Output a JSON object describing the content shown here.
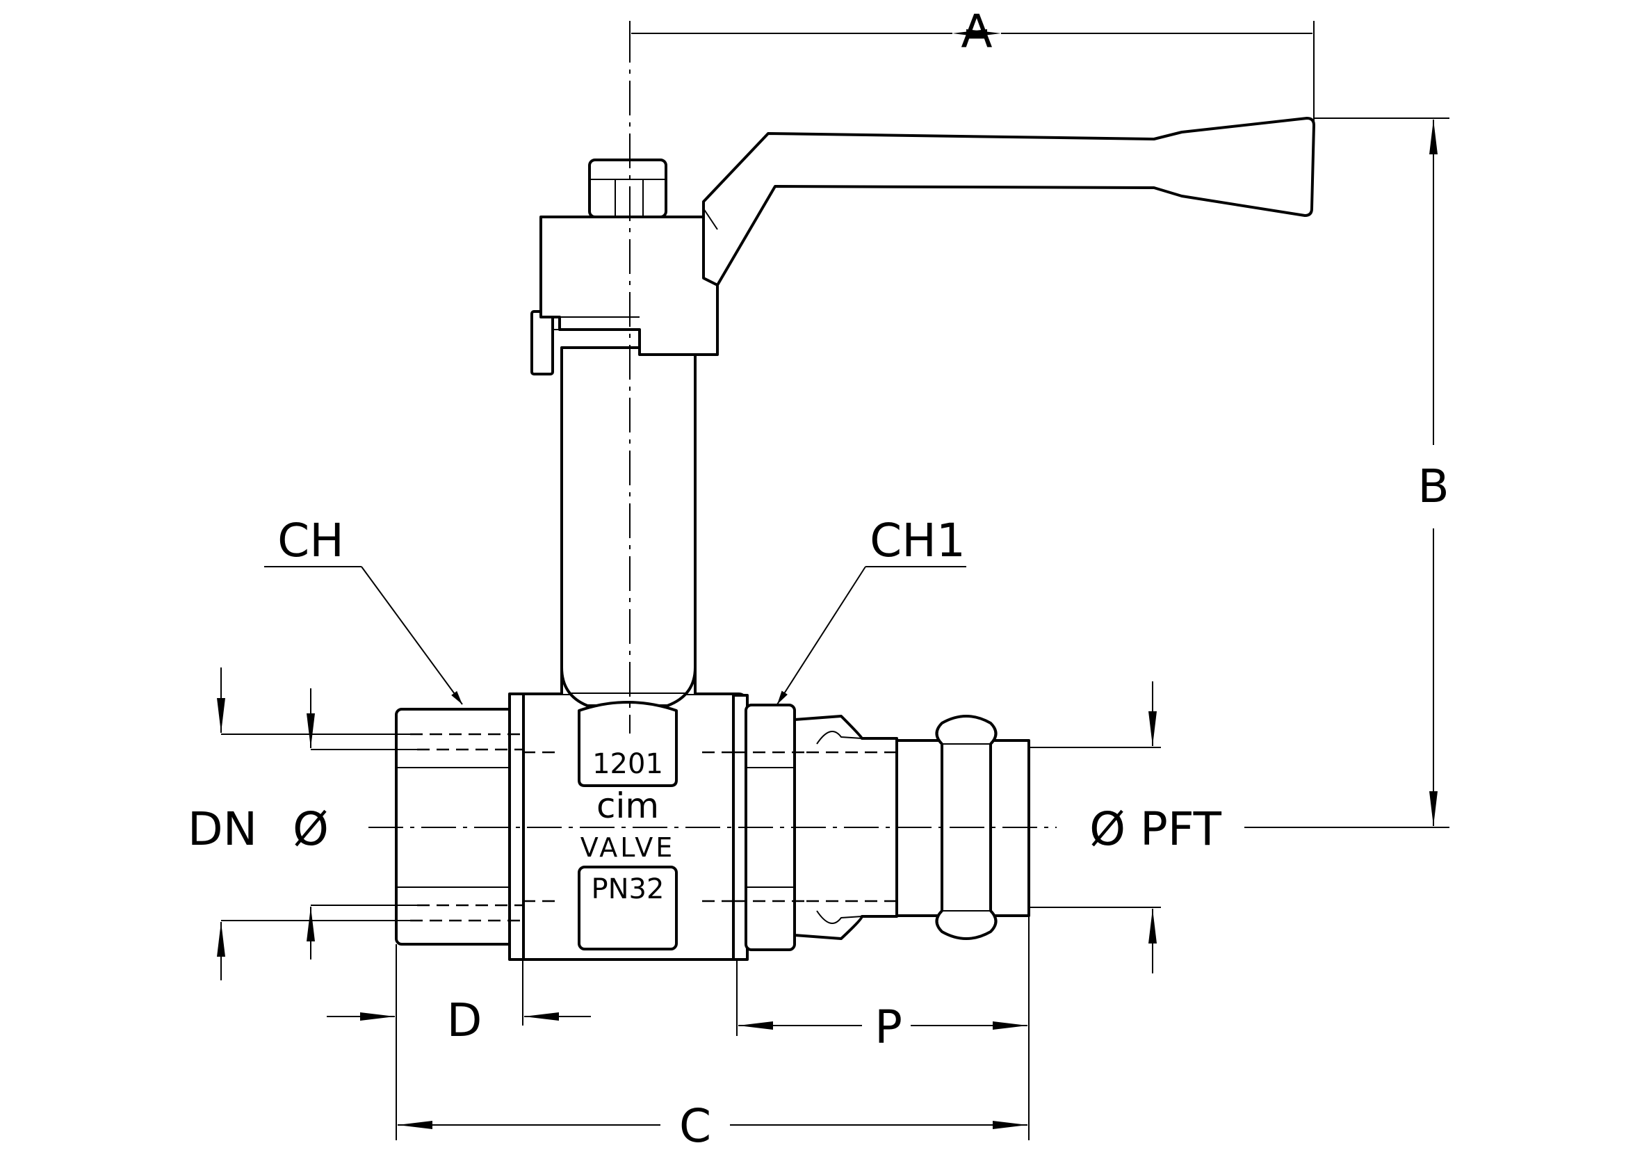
{
  "dimensions": {
    "a": "A",
    "b": "B",
    "c": "C",
    "d": "D",
    "p": "P",
    "dn": "DN",
    "dia_left": "Ø",
    "dia_right_pft": "Ø PFT",
    "ch": "CH",
    "ch1": "CH1"
  },
  "body_markings": {
    "code": "1201",
    "brand": "cim",
    "valve": "VALVE",
    "pressure": "PN32"
  }
}
